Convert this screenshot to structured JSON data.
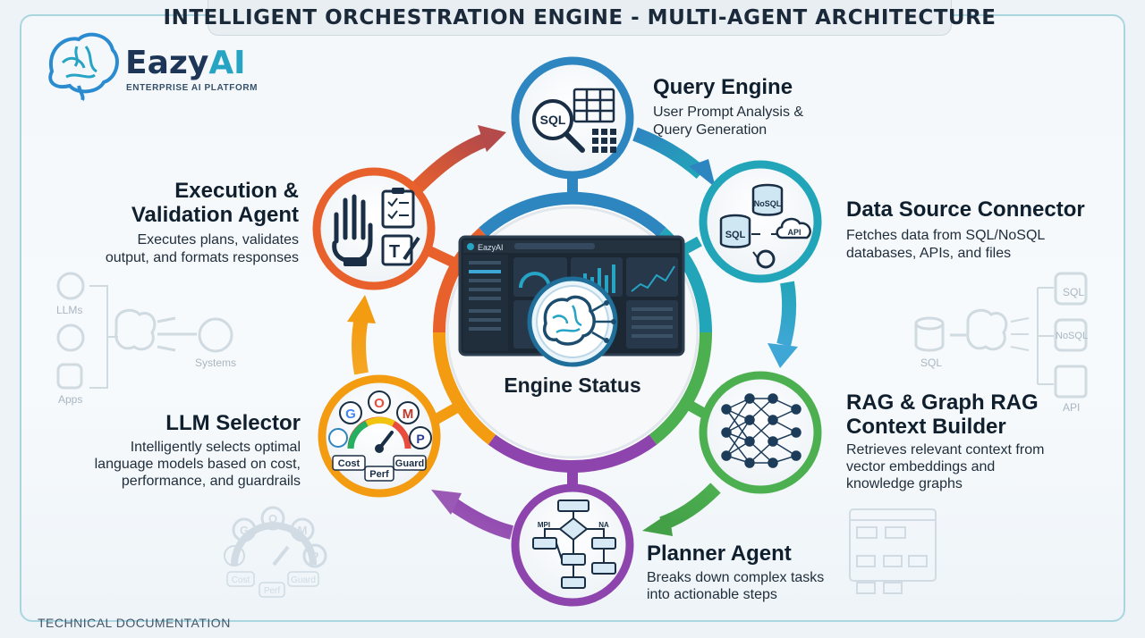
{
  "title": "INTELLIGENT ORCHESTRATION ENGINE - MULTI-AGENT ARCHITECTURE",
  "brand": {
    "name_part1": "Eazy",
    "name_part2": "AI",
    "tagline": "ENTERPRISE AI PLATFORM"
  },
  "center": {
    "label": "Engine Status",
    "dashboard_brand": "EazyAI"
  },
  "agents": {
    "query_engine": {
      "title": "Query Engine",
      "desc_lines": [
        "User Prompt Analysis &",
        "Query Generation"
      ],
      "icon_text": "SQL",
      "color": "#2e86c1"
    },
    "data_source_connector": {
      "title": "Data Source Connector",
      "desc_lines": [
        "Fetches data from SQL/NoSQL",
        "databases, APIs, and files"
      ],
      "icon_labels": [
        "NoSQL",
        "SQL",
        "API"
      ],
      "color": "#22a5b8"
    },
    "rag_context_builder": {
      "title_lines": [
        "RAG & Graph RAG",
        "Context Builder"
      ],
      "desc_lines": [
        "Retrieves relevant context from",
        "vector embeddings and",
        "knowledge graphs"
      ],
      "color": "#4caf50"
    },
    "planner_agent": {
      "title": "Planner Agent",
      "desc_lines": [
        "Breaks down complex tasks",
        "into actionable steps"
      ],
      "icon_labels": [
        "MPI",
        "NA"
      ],
      "color": "#8e44ad"
    },
    "llm_selector": {
      "title": "LLM Selector",
      "desc_lines": [
        "Intelligently selects optimal",
        "language models based on cost,",
        "performance, and guardrails"
      ],
      "icon_labels": [
        "G",
        "O",
        "M",
        "P",
        "Cost",
        "Perf",
        "Guard"
      ],
      "color": "#f39c12"
    },
    "execution_validation": {
      "title_lines": [
        "Execution &",
        "Validation Agent"
      ],
      "desc_lines": [
        "Executes plans, validates",
        "output, and formats responses"
      ],
      "icon_text": "T",
      "color": "#e8612c"
    }
  },
  "left_watermark": {
    "labels": [
      "LLMs",
      "Apps",
      "Systems"
    ]
  },
  "right_watermark": {
    "labels": [
      "SQL",
      "NoSQL",
      "SQL",
      "API"
    ]
  },
  "bottom_watermark": {
    "labels": [
      "G",
      "O",
      "M",
      "P",
      "Cost",
      "Perf",
      "Guard"
    ]
  },
  "footer": "TECHNICAL DOCUMENTATION"
}
